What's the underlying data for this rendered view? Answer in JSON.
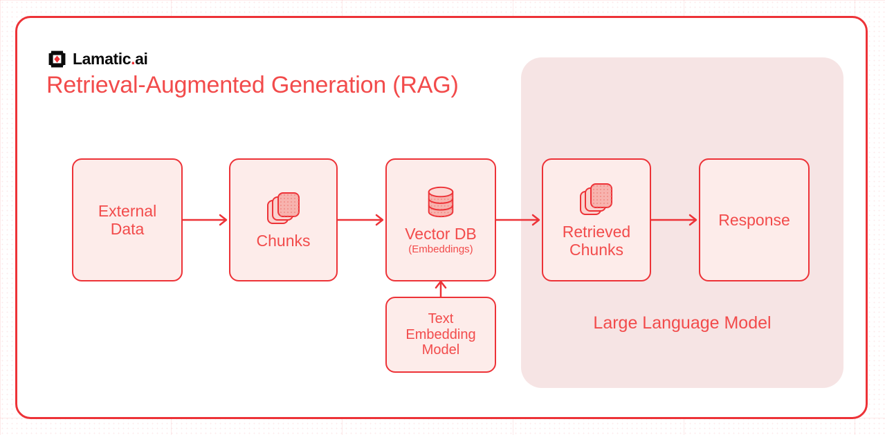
{
  "brand": {
    "logo_icon": "lamatic-logo-icon",
    "name_main": "Lamatic",
    "name_dot": ".",
    "name_suffix": "ai"
  },
  "header": {
    "title": "Retrieval-Augmented Generation (RAG)"
  },
  "colors": {
    "accent_red": "#ED3237",
    "text_red": "#F24B4B",
    "node_fill": "#FDECEA",
    "group_fill": "#F6E4E4",
    "icon_fill": "#F7B3AE",
    "page_bg": "#FFFFFF"
  },
  "diagram": {
    "type": "flowchart",
    "group": {
      "id": "large-language-model",
      "label": "Large Language Model",
      "contains": [
        "retrieved-chunks",
        "response"
      ]
    },
    "nodes": [
      {
        "id": "external-data",
        "label": "External\nData",
        "line1": "External",
        "line2": "Data",
        "icon": null
      },
      {
        "id": "chunks",
        "label": "Chunks",
        "line1": "Chunks",
        "line2": "",
        "icon": "stacked-cards-icon"
      },
      {
        "id": "vector-db",
        "label": "Vector DB",
        "line1": "Vector DB",
        "sub": "(Embeddings)",
        "icon": "database-cylinder-icon"
      },
      {
        "id": "text-embedding-model",
        "label": "Text Embedding Model",
        "line1": "Text",
        "line2": "Embedding",
        "line3": "Model",
        "icon": null
      },
      {
        "id": "retrieved-chunks",
        "label": "Retrieved\nChunks",
        "line1": "Retrieved",
        "line2": "Chunks",
        "icon": "stacked-cards-icon"
      },
      {
        "id": "response",
        "label": "Response",
        "line1": "Response",
        "line2": "",
        "icon": null
      }
    ],
    "edges": [
      {
        "from": "external-data",
        "to": "chunks",
        "direction": "right"
      },
      {
        "from": "chunks",
        "to": "vector-db",
        "direction": "right"
      },
      {
        "from": "vector-db",
        "to": "retrieved-chunks",
        "direction": "right"
      },
      {
        "from": "retrieved-chunks",
        "to": "response",
        "direction": "right"
      },
      {
        "from": "text-embedding-model",
        "to": "vector-db",
        "direction": "up"
      }
    ]
  }
}
